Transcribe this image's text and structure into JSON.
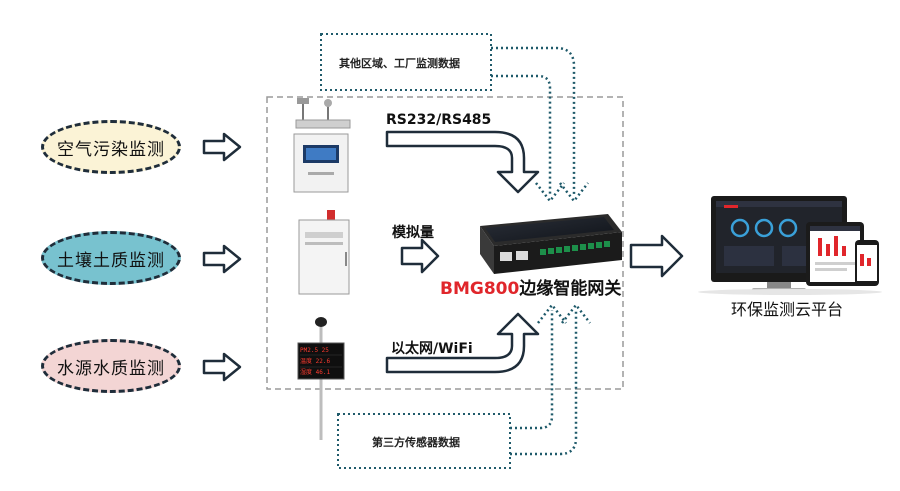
{
  "sources": [
    {
      "label": "空气污染监测",
      "color": "#fbf3d6"
    },
    {
      "label": "土壤土质监测",
      "color": "#78c2cf"
    },
    {
      "label": "水源水质监测",
      "color": "#f3d5d4"
    }
  ],
  "top_box": {
    "label": "其他区域、工厂监测数据"
  },
  "bottom_box": {
    "label": "第三方传感器数据"
  },
  "links": {
    "rs": "RS232/RS485",
    "analog": "模拟量",
    "ethernet": "以太网/WiFi"
  },
  "gateway": {
    "model": "BMG800",
    "name": "边缘智能网关"
  },
  "platform": {
    "label": "环保监测云平台"
  },
  "devices": {
    "led_readout": [
      "PM2.5 25",
      "温度 22.6",
      "湿度 46.1"
    ]
  },
  "colors": {
    "arrow_outline": "#1f2d3a",
    "dotted": "#1f5a6a",
    "brand_red": "#e0262b"
  }
}
